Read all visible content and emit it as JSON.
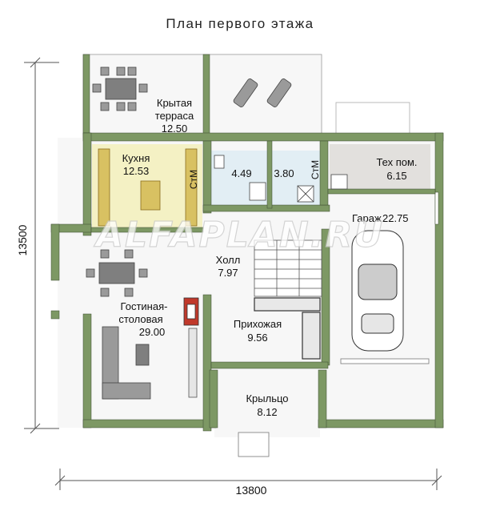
{
  "title": "План первого этажа",
  "watermark": "ALFAPLAN.RU",
  "dimensions": {
    "height": "13500",
    "width": "13800"
  },
  "rooms": {
    "terrace": {
      "name_line1": "Крытая",
      "name_line2": "терраса",
      "area": "12.50"
    },
    "kitchen": {
      "name": "Кухня",
      "area": "12.53"
    },
    "bath1": {
      "area": "4.49"
    },
    "bath2": {
      "area": "3.80"
    },
    "tech": {
      "name": "Тех пом.",
      "area": "6.15"
    },
    "garage": {
      "name": "Гараж",
      "area": "22.75"
    },
    "hall": {
      "name": "Холл",
      "area": "7.97"
    },
    "living": {
      "name_line1": "Гостиная-",
      "name_line2": "столовая",
      "area": "29.00"
    },
    "entry": {
      "name": "Прихожая",
      "area": "9.56"
    },
    "porch": {
      "name": "Крыльцо",
      "area": "8.12"
    }
  },
  "appliances": {
    "washer_label1": "СтМ",
    "washer_label2": "СтМ"
  },
  "colors": {
    "wall": "#7d9864",
    "kitchen": "#f4f1c4",
    "bath": "#e2eef4",
    "tech": "#e2e0dd",
    "floor": "#f7f7f7"
  }
}
